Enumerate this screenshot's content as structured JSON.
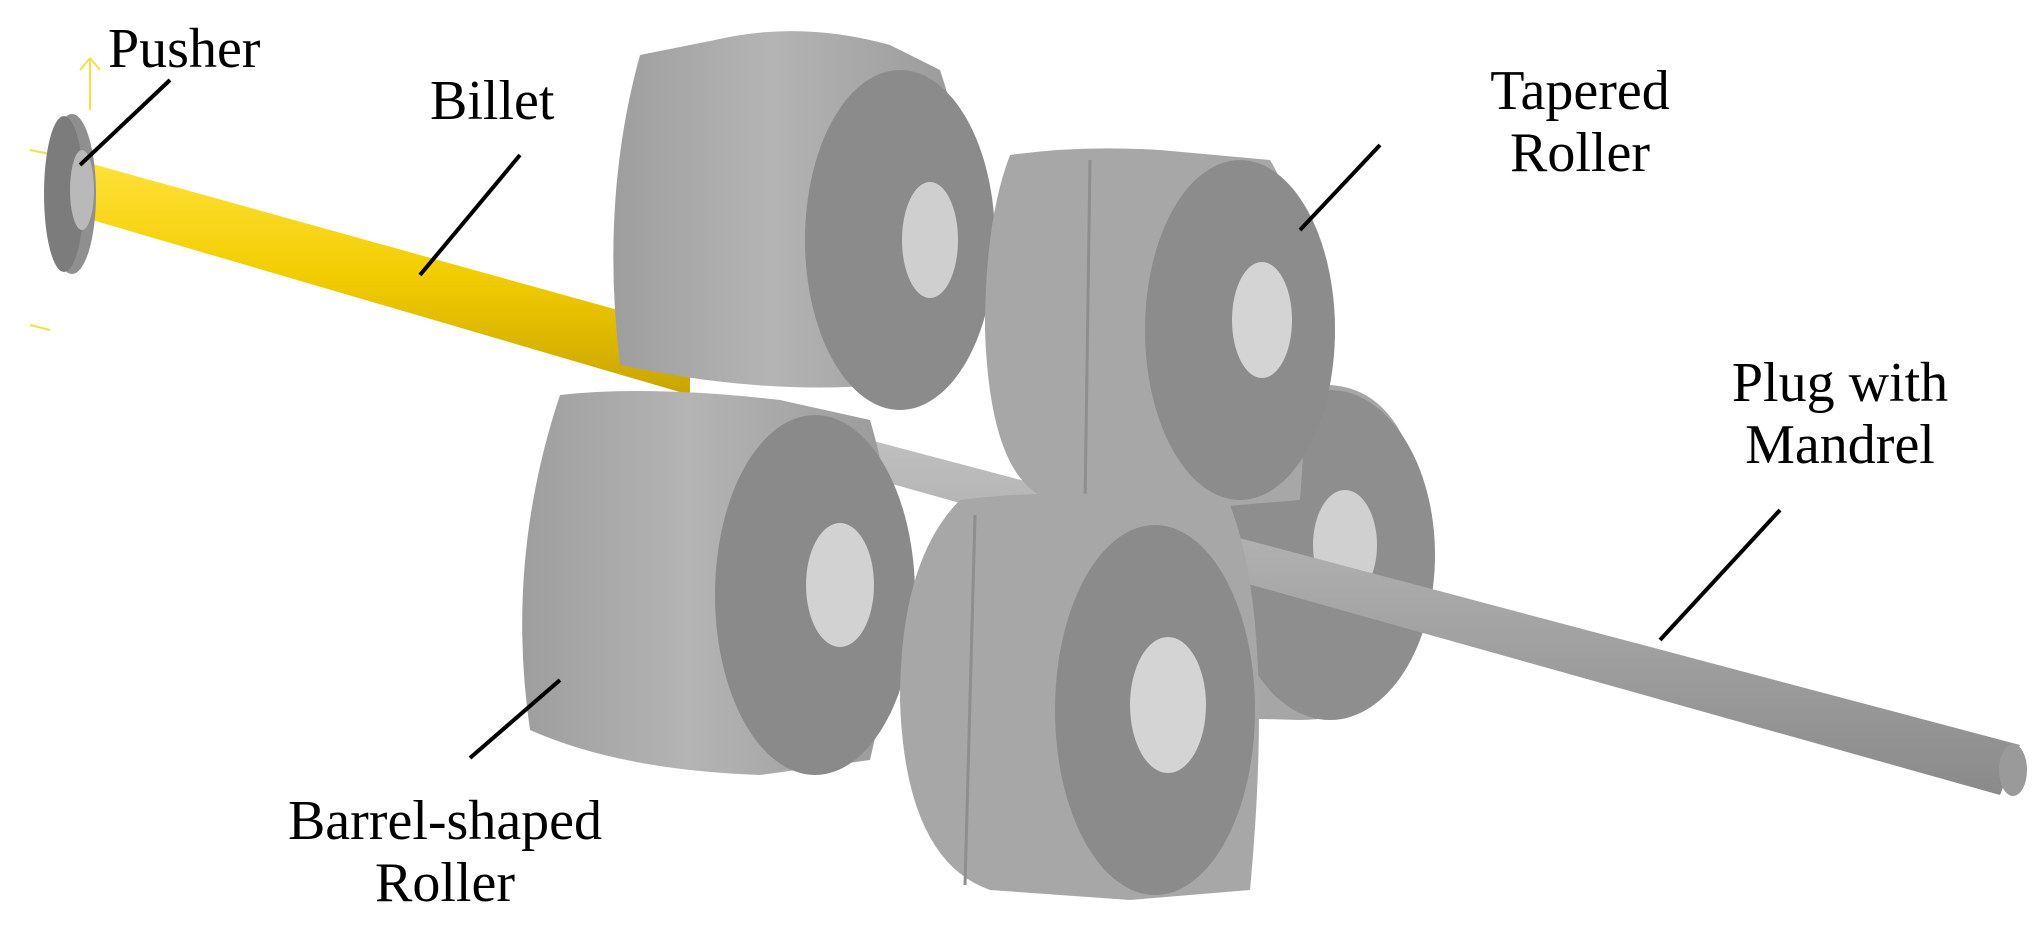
{
  "labels": {
    "pusher": "Pusher",
    "billet": "Billet",
    "tapered_roller": [
      "Tapered",
      "Roller"
    ],
    "plug_with_mandrel": [
      "Plug with",
      "Mandrel"
    ],
    "barrel_shaped_roller": [
      "Barrel-shaped",
      "Roller"
    ]
  },
  "colors": {
    "billet": "#f2cc00",
    "roller_face": "#8c8c8c",
    "roller_barrel": "#a9a9a9",
    "roller_bore": "#d2d2d2",
    "mandrel": "#a8a8a8",
    "leader_line": "#000000"
  }
}
